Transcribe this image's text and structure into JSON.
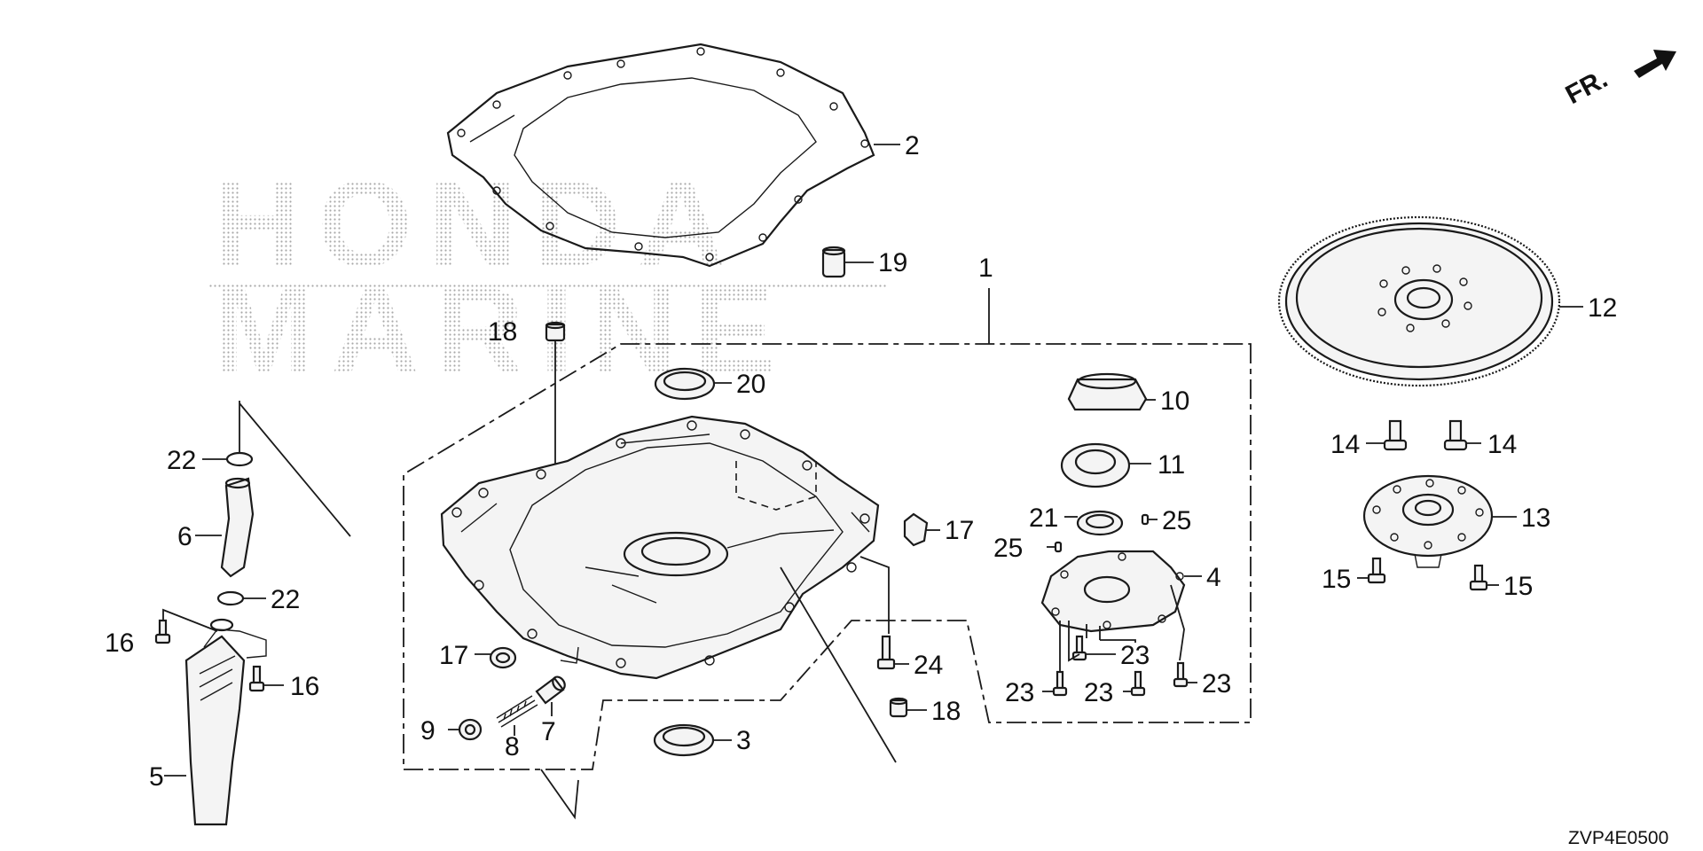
{
  "diagram": {
    "diagram_code": "ZVP4E0500",
    "direction_label": "FR.",
    "watermark": {
      "line1": "HONDA",
      "line2": "MARINE"
    },
    "callouts": {
      "c1": "1",
      "c2": "2",
      "c3": "3",
      "c4": "4",
      "c5": "5",
      "c6": "6",
      "c7": "7",
      "c8": "8",
      "c9": "9",
      "c10": "10",
      "c11": "11",
      "c12": "12",
      "c13": "13",
      "c14a": "14",
      "c14b": "14",
      "c15a": "15",
      "c15b": "15",
      "c16a": "16",
      "c16b": "16",
      "c17a": "17",
      "c17b": "17",
      "c18a": "18",
      "c18b": "18",
      "c19": "19",
      "c20": "20",
      "c21": "21",
      "c22a": "22",
      "c22b": "22",
      "c23a": "23",
      "c23b": "23",
      "c23c": "23",
      "c23d": "23",
      "c24": "24",
      "c25a": "25",
      "c25b": "25"
    }
  }
}
